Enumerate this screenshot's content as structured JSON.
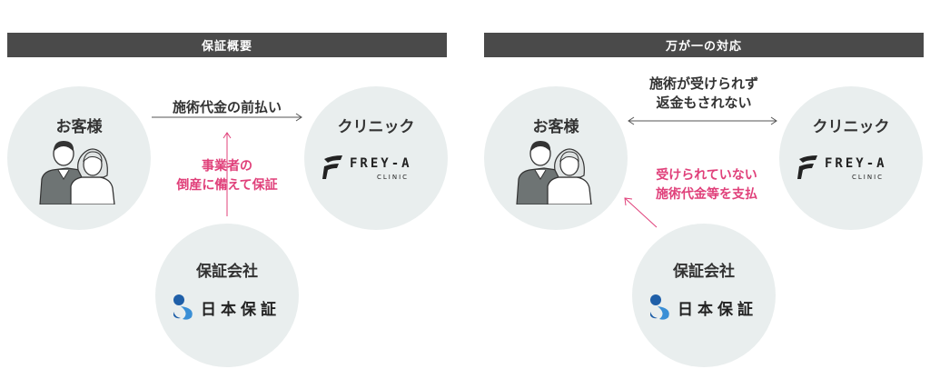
{
  "left_panel": {
    "header": "保証概要",
    "customer": {
      "title": "お客様"
    },
    "clinic": {
      "title": "クリニック",
      "logo_name": "FREY-A",
      "logo_sub": "CLINIC"
    },
    "guarantor": {
      "title": "保証会社",
      "logo_name": "日本保証"
    },
    "arrow_top_label": "施術代金の前払い",
    "arrow_vertical_label": [
      "事業者の",
      "倒産に備えて保証"
    ]
  },
  "right_panel": {
    "header": "万が一の対応",
    "customer": {
      "title": "お客様"
    },
    "clinic": {
      "title": "クリニック",
      "logo_name": "FREY-A",
      "logo_sub": "CLINIC"
    },
    "guarantor": {
      "title": "保証会社",
      "logo_name": "日本保証"
    },
    "arrow_top_label": [
      "施術が受けられず",
      "返金もされない"
    ],
    "arrow_diagonal_label": [
      "受けられていない",
      "施術代金等を支払"
    ]
  },
  "colors": {
    "header_bg": "#4a4a4a",
    "circle_bg": "#e9eeee",
    "accent_pink": "#e0407a",
    "arrow_gray": "#555555",
    "logo_blue": "#1f5fa8"
  }
}
